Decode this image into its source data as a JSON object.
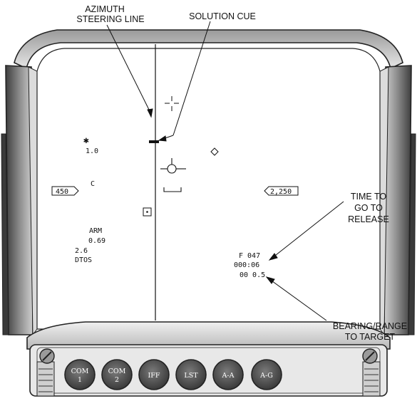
{
  "callouts": {
    "azimuth_line1": "AZIMUTH",
    "azimuth_line2": "STEERING LINE",
    "solution_cue": "SOLUTION CUE",
    "ttg_line1": "TIME TO",
    "ttg_line2": "GO TO",
    "ttg_line3": "RELEASE",
    "bearing_line1": "BEARING/RANGE",
    "bearing_line2": "TO TARGET"
  },
  "hud": {
    "star_value": "1.0",
    "c_mark": "C",
    "airspeed": "450",
    "altitude": "2,250",
    "arm_label": "ARM",
    "arm_value": "0.69",
    "value_2_6": "2.6",
    "mode": "DTOS",
    "f_label": "F 047",
    "time_to_go": "000:06",
    "bearing_range": "00 0.5"
  },
  "buttons": [
    {
      "line1": "COM",
      "line2": "1"
    },
    {
      "line1": "COM",
      "line2": "2"
    },
    {
      "line1": "IFF",
      "line2": ""
    },
    {
      "line1": "LST",
      "line2": ""
    },
    {
      "line1": "A-A",
      "line2": ""
    },
    {
      "line1": "A-G",
      "line2": ""
    }
  ],
  "colors": {
    "frame_dark": "#4a4a4a",
    "frame_light": "#d8d8d8",
    "button_fill": "#5a5a5a"
  }
}
